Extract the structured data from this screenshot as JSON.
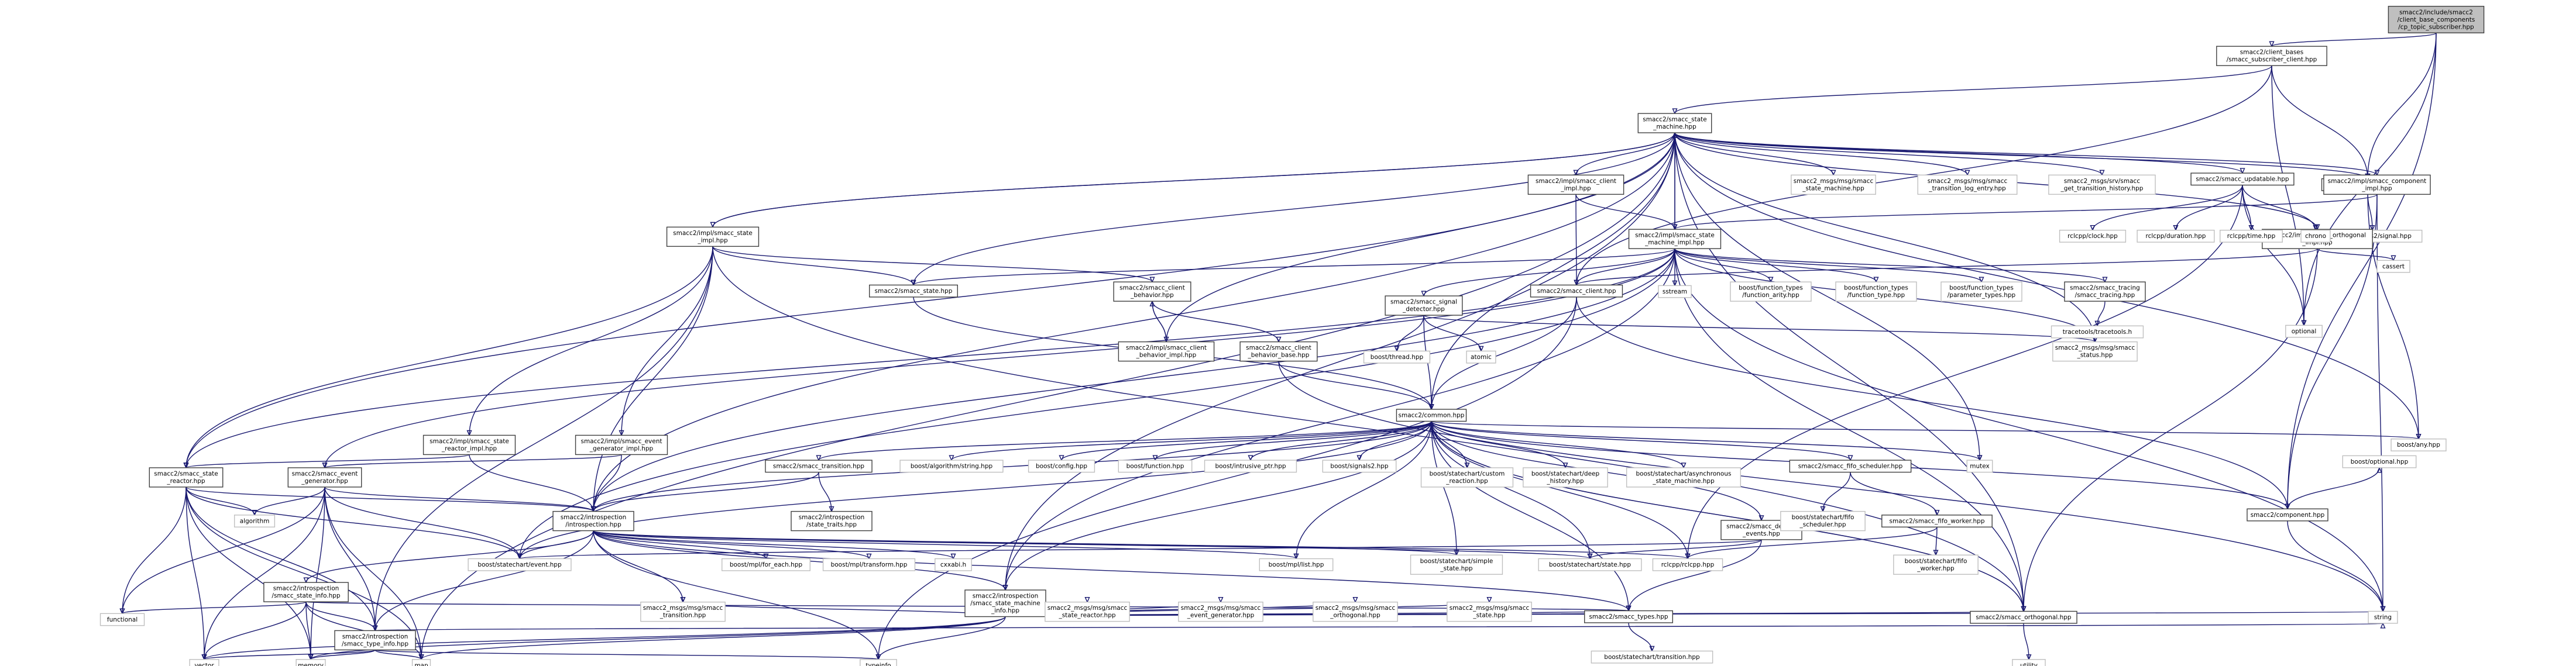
{
  "colors": {
    "edge": "#191970",
    "node_border": "#bfbfbf",
    "node_fill": "#ffffff",
    "root_fill": "#bfbfbf",
    "root_border": "#404040",
    "internal_border": "#404040",
    "text": "#000000"
  },
  "nodes": [
    {
      "id": "root",
      "lines": [
        "smacc2/include/smacc2",
        "/client_base_components",
        "/cp_topic_subscriber.hpp"
      ],
      "kind": "root"
    },
    {
      "id": "subscriber_client",
      "lines": [
        "smacc2/client_bases",
        "/smacc_subscriber_client.hpp"
      ],
      "kind": "internal"
    },
    {
      "id": "state_machine",
      "lines": [
        "smacc2/smacc_state",
        "_machine.hpp"
      ],
      "kind": "internal"
    },
    {
      "id": "signal",
      "lines": [
        "smacc2/smacc_signal.hpp"
      ],
      "kind": "internal"
    },
    {
      "id": "optional",
      "lines": [
        "optional"
      ],
      "kind": "external"
    },
    {
      "id": "component",
      "lines": [
        "smacc2/component.hpp"
      ],
      "kind": "internal"
    },
    {
      "id": "signals2_signal",
      "lines": [
        "boost/signals2/signal.hpp"
      ],
      "kind": "external"
    },
    {
      "id": "any",
      "lines": [
        "boost/any.hpp"
      ],
      "kind": "external"
    },
    {
      "id": "state_impl",
      "lines": [
        "smacc2/impl/smacc_state",
        "_impl.hpp"
      ],
      "kind": "internal"
    },
    {
      "id": "client_impl",
      "lines": [
        "smacc2/impl/smacc_client",
        "_impl.hpp"
      ],
      "kind": "internal"
    },
    {
      "id": "sm_impl",
      "lines": [
        "smacc2/impl/smacc_state",
        "_machine_impl.hpp"
      ],
      "kind": "internal"
    },
    {
      "id": "msg_state_machine",
      "lines": [
        "smacc2_msgs/msg/smacc",
        "_state_machine.hpp"
      ],
      "kind": "external"
    },
    {
      "id": "msg_transition_log",
      "lines": [
        "smacc2_msgs/msg/smacc",
        "_transition_log_entry.hpp"
      ],
      "kind": "external"
    },
    {
      "id": "srv_transition_history",
      "lines": [
        "smacc2_msgs/srv/smacc",
        "_get_transition_history.hpp"
      ],
      "kind": "external"
    },
    {
      "id": "updatable",
      "lines": [
        "smacc2/smacc_updatable.hpp"
      ],
      "kind": "internal"
    },
    {
      "id": "component_impl",
      "lines": [
        "smacc2/impl/smacc_component",
        "_impl.hpp"
      ],
      "kind": "internal"
    },
    {
      "id": "orthogonal_impl",
      "lines": [
        "smacc2/impl/smacc_orthogonal",
        "_impl.hpp"
      ],
      "kind": "internal"
    },
    {
      "id": "cassert",
      "lines": [
        "cassert"
      ],
      "kind": "external"
    },
    {
      "id": "rclcpp_clock",
      "lines": [
        "rclcpp/clock.hpp"
      ],
      "kind": "external"
    },
    {
      "id": "rclcpp_duration",
      "lines": [
        "rclcpp/duration.hpp"
      ],
      "kind": "external"
    },
    {
      "id": "rclcpp_time",
      "lines": [
        "rclcpp/time.hpp"
      ],
      "kind": "external"
    },
    {
      "id": "chrono",
      "lines": [
        "chrono"
      ],
      "kind": "external"
    },
    {
      "id": "smacc_state",
      "lines": [
        "smacc2/smacc_state.hpp"
      ],
      "kind": "internal"
    },
    {
      "id": "client_behavior",
      "lines": [
        "smacc2/smacc_client",
        "_behavior.hpp"
      ],
      "kind": "internal"
    },
    {
      "id": "client_behavior_impl",
      "lines": [
        "smacc2/impl/smacc_client",
        "_behavior_impl.hpp"
      ],
      "kind": "internal"
    },
    {
      "id": "client_behavior_base",
      "lines": [
        "smacc2/smacc_client",
        "_behavior_base.hpp"
      ],
      "kind": "internal"
    },
    {
      "id": "signal_detector",
      "lines": [
        "smacc2/smacc_signal",
        "_detector.hpp"
      ],
      "kind": "internal"
    },
    {
      "id": "smacc_client",
      "lines": [
        "smacc2/smacc_client.hpp"
      ],
      "kind": "internal"
    },
    {
      "id": "sstream",
      "lines": [
        "sstream"
      ],
      "kind": "external"
    },
    {
      "id": "ft_arity",
      "lines": [
        "boost/function_types",
        "/function_arity.hpp"
      ],
      "kind": "external"
    },
    {
      "id": "ft_type",
      "lines": [
        "boost/function_types",
        "/function_type.hpp"
      ],
      "kind": "external"
    },
    {
      "id": "ft_param",
      "lines": [
        "boost/function_types",
        "/parameter_types.hpp"
      ],
      "kind": "external"
    },
    {
      "id": "smacc_tracing",
      "lines": [
        "smacc2/smacc_tracing",
        "/smacc_tracing.hpp"
      ],
      "kind": "internal"
    },
    {
      "id": "tracetools",
      "lines": [
        "tracetools/tracetools.h"
      ],
      "kind": "external"
    },
    {
      "id": "msg_status",
      "lines": [
        "smacc2_msgs/msg/smacc",
        "_status.hpp"
      ],
      "kind": "external"
    },
    {
      "id": "boost_thread",
      "lines": [
        "boost/thread.hpp"
      ],
      "kind": "external"
    },
    {
      "id": "atomic",
      "lines": [
        "atomic"
      ],
      "kind": "external"
    },
    {
      "id": "common",
      "lines": [
        "smacc2/common.hpp"
      ],
      "kind": "internal"
    },
    {
      "id": "boost_optional",
      "lines": [
        "boost/optional.hpp"
      ],
      "kind": "external"
    },
    {
      "id": "string",
      "lines": [
        "string"
      ],
      "kind": "external"
    },
    {
      "id": "state_reactor_impl",
      "lines": [
        "smacc2/impl/smacc_state",
        "_reactor_impl.hpp"
      ],
      "kind": "internal"
    },
    {
      "id": "event_generator_impl",
      "lines": [
        "smacc2/impl/smacc_event",
        "_generator_impl.hpp"
      ],
      "kind": "internal"
    },
    {
      "id": "state_reactor",
      "lines": [
        "smacc2/smacc_state",
        "_reactor.hpp"
      ],
      "kind": "internal"
    },
    {
      "id": "event_generator",
      "lines": [
        "smacc2/smacc_event",
        "_generator.hpp"
      ],
      "kind": "internal"
    },
    {
      "id": "smacc_transition",
      "lines": [
        "smacc2/smacc_transition.hpp"
      ],
      "kind": "internal"
    },
    {
      "id": "alg_string",
      "lines": [
        "boost/algorithm/string.hpp"
      ],
      "kind": "external"
    },
    {
      "id": "boost_config",
      "lines": [
        "boost/config.hpp"
      ],
      "kind": "external"
    },
    {
      "id": "boost_function",
      "lines": [
        "boost/function.hpp"
      ],
      "kind": "external"
    },
    {
      "id": "intrusive_ptr",
      "lines": [
        "boost/intrusive_ptr.hpp"
      ],
      "kind": "external"
    },
    {
      "id": "boost_signals2",
      "lines": [
        "boost/signals2.hpp"
      ],
      "kind": "external"
    },
    {
      "id": "custom_reaction",
      "lines": [
        "boost/statechart/custom",
        "_reaction.hpp"
      ],
      "kind": "external"
    },
    {
      "id": "deep_history",
      "lines": [
        "boost/statechart/deep",
        "_history.hpp"
      ],
      "kind": "external"
    },
    {
      "id": "async_sm",
      "lines": [
        "boost/statechart/asynchronous",
        "_state_machine.hpp"
      ],
      "kind": "external"
    },
    {
      "id": "fifo_scheduler",
      "lines": [
        "smacc2/smacc_fifo_scheduler.hpp"
      ],
      "kind": "internal"
    },
    {
      "id": "mutex",
      "lines": [
        "mutex"
      ],
      "kind": "external"
    },
    {
      "id": "algorithm",
      "lines": [
        "algorithm"
      ],
      "kind": "external"
    },
    {
      "id": "introspection",
      "lines": [
        "smacc2/introspection",
        "/introspection.hpp"
      ],
      "kind": "internal"
    },
    {
      "id": "state_traits",
      "lines": [
        "smacc2/introspection",
        "/state_traits.hpp"
      ],
      "kind": "internal"
    },
    {
      "id": "default_events",
      "lines": [
        "smacc2/smacc_default",
        "_events.hpp"
      ],
      "kind": "internal"
    },
    {
      "id": "sc_fifo_scheduler",
      "lines": [
        "boost/statechart/fifo",
        "_scheduler.hpp"
      ],
      "kind": "external"
    },
    {
      "id": "fifo_worker",
      "lines": [
        "smacc2/smacc_fifo_worker.hpp"
      ],
      "kind": "internal"
    },
    {
      "id": "sc_fifo_worker",
      "lines": [
        "boost/statechart/fifo",
        "_worker.hpp"
      ],
      "kind": "external"
    },
    {
      "id": "sc_event",
      "lines": [
        "boost/statechart/event.hpp"
      ],
      "kind": "external"
    },
    {
      "id": "mpl_for_each",
      "lines": [
        "boost/mpl/for_each.hpp"
      ],
      "kind": "external"
    },
    {
      "id": "mpl_transform",
      "lines": [
        "boost/mpl/transform.hpp"
      ],
      "kind": "external"
    },
    {
      "id": "cxxabi",
      "lines": [
        "cxxabi.h"
      ],
      "kind": "external"
    },
    {
      "id": "mpl_list",
      "lines": [
        "boost/mpl/list.hpp"
      ],
      "kind": "external"
    },
    {
      "id": "simple_state",
      "lines": [
        "boost/statechart/simple",
        "_state.hpp"
      ],
      "kind": "external"
    },
    {
      "id": "sc_state",
      "lines": [
        "boost/statechart/state.hpp"
      ],
      "kind": "external"
    },
    {
      "id": "rclcpp",
      "lines": [
        "rclcpp/rclcpp.hpp"
      ],
      "kind": "external"
    },
    {
      "id": "state_info",
      "lines": [
        "smacc2/introspection",
        "/smacc_state_info.hpp"
      ],
      "kind": "internal"
    },
    {
      "id": "sm_info",
      "lines": [
        "smacc2/introspection",
        "/smacc_state_machine",
        "_info.hpp"
      ],
      "kind": "internal"
    },
    {
      "id": "functional",
      "lines": [
        "functional"
      ],
      "kind": "external"
    },
    {
      "id": "type_info",
      "lines": [
        "smacc2/introspection",
        "/smacc_type_info.hpp"
      ],
      "kind": "internal"
    },
    {
      "id": "msg_transition",
      "lines": [
        "smacc2_msgs/msg/smacc",
        "_transition.hpp"
      ],
      "kind": "external"
    },
    {
      "id": "msg_state_reactor",
      "lines": [
        "smacc2_msgs/msg/smacc",
        "_state_reactor.hpp"
      ],
      "kind": "external"
    },
    {
      "id": "msg_event_generator",
      "lines": [
        "smacc2_msgs/msg/smacc",
        "_event_generator.hpp"
      ],
      "kind": "external"
    },
    {
      "id": "msg_orthogonal",
      "lines": [
        "smacc2_msgs/msg/smacc",
        "_orthogonal.hpp"
      ],
      "kind": "external"
    },
    {
      "id": "msg_state",
      "lines": [
        "smacc2_msgs/msg/smacc",
        "_state.hpp"
      ],
      "kind": "external"
    },
    {
      "id": "smacc_types",
      "lines": [
        "smacc2/smacc_types.hpp"
      ],
      "kind": "internal"
    },
    {
      "id": "smacc_orthogonal",
      "lines": [
        "smacc2/smacc_orthogonal.hpp"
      ],
      "kind": "internal"
    },
    {
      "id": "vector",
      "lines": [
        "vector"
      ],
      "kind": "external"
    },
    {
      "id": "memory",
      "lines": [
        "memory"
      ],
      "kind": "external"
    },
    {
      "id": "map",
      "lines": [
        "map"
      ],
      "kind": "external"
    },
    {
      "id": "typeinfo",
      "lines": [
        "typeinfo"
      ],
      "kind": "external"
    },
    {
      "id": "sc_transition",
      "lines": [
        "boost/statechart/transition.hpp"
      ],
      "kind": "external"
    },
    {
      "id": "utility",
      "lines": [
        "utility"
      ],
      "kind": "external"
    }
  ]
}
